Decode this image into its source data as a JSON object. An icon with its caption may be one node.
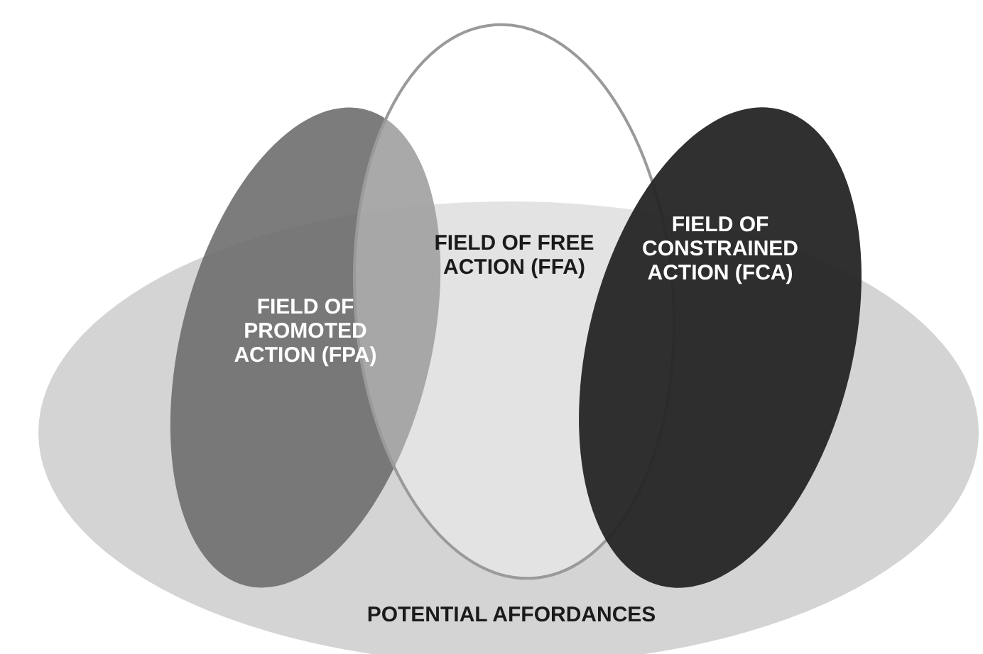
{
  "diagram": {
    "nodes": [
      {
        "text": [
          "FIELD OF PROMOTED ACTION (FPA)"
        ]
      },
      {
        "text": [
          "FIELD OF FREE ACTION (FFA)"
        ]
      },
      {
        "text": [
          "FIELD OF CONSTRAINED ACTION (FCA)"
        ]
      },
      {
        "text": [
          "POTENTIAL AFFORDANCES"
        ]
      }
    ]
  }
}
